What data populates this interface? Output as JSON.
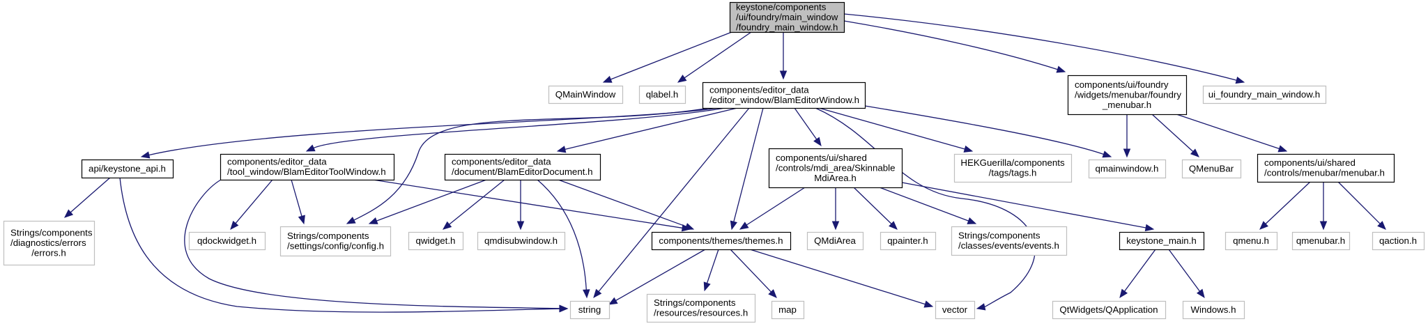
{
  "diagram": {
    "type": "include-dependency-graph",
    "colors": {
      "edge": "#191970",
      "root_fill": "#bfbfbf",
      "root_border": "#000000",
      "documented_border": "#000000",
      "external_border": "#bfbfbf",
      "box_fill": "#ffffff"
    },
    "nodes": [
      {
        "id": "root",
        "kind": "root",
        "lines": [
          "keystone/components",
          "/ui/foundry/main_window",
          "/foundry_main_window.h"
        ]
      },
      {
        "id": "qmainwindow_cls",
        "kind": "external",
        "lines": [
          "QMainWindow"
        ]
      },
      {
        "id": "qlabel",
        "kind": "external",
        "lines": [
          "qlabel.h"
        ]
      },
      {
        "id": "blam_editor_window",
        "kind": "documented",
        "lines": [
          "components/editor_data",
          "/editor_window/BlamEditorWindow.h"
        ]
      },
      {
        "id": "foundry_menubar",
        "kind": "documented",
        "lines": [
          "components/ui/foundry",
          "/widgets/menubar/foundry",
          "_menubar.h"
        ]
      },
      {
        "id": "ui_foundry_main_window",
        "kind": "external",
        "lines": [
          "ui_foundry_main_window.h"
        ]
      },
      {
        "id": "keystone_api",
        "kind": "documented",
        "lines": [
          "api/keystone_api.h"
        ]
      },
      {
        "id": "blam_editor_tool_window",
        "kind": "documented",
        "lines": [
          "components/editor_data",
          "/tool_window/BlamEditorToolWindow.h"
        ]
      },
      {
        "id": "blam_editor_document",
        "kind": "documented",
        "lines": [
          "components/editor_data",
          "/document/BlamEditorDocument.h"
        ]
      },
      {
        "id": "skinnable_mdi_area",
        "kind": "documented",
        "lines": [
          "components/ui/shared",
          "/controls/mdi_area/Skinnable",
          "MdiArea.h"
        ]
      },
      {
        "id": "tags",
        "kind": "external",
        "lines": [
          "HEKGuerilla/components",
          "/tags/tags.h"
        ]
      },
      {
        "id": "qmainwindow_h",
        "kind": "external",
        "lines": [
          "qmainwindow.h"
        ]
      },
      {
        "id": "qmenubar_cls",
        "kind": "external",
        "lines": [
          "QMenuBar"
        ]
      },
      {
        "id": "menubar",
        "kind": "documented",
        "lines": [
          "components/ui/shared",
          "/controls/menubar/menubar.h"
        ]
      },
      {
        "id": "errors",
        "kind": "external",
        "lines": [
          "Strings/components",
          "/diagnostics/errors",
          "/errors.h"
        ]
      },
      {
        "id": "qdockwidget",
        "kind": "external",
        "lines": [
          "qdockwidget.h"
        ]
      },
      {
        "id": "config",
        "kind": "external",
        "lines": [
          "Strings/components",
          "/settings/config/config.h"
        ]
      },
      {
        "id": "qwidget",
        "kind": "external",
        "lines": [
          "qwidget.h"
        ]
      },
      {
        "id": "qmdisubwindow",
        "kind": "external",
        "lines": [
          "qmdisubwindow.h"
        ]
      },
      {
        "id": "themes",
        "kind": "documented",
        "lines": [
          "components/themes/themes.h"
        ]
      },
      {
        "id": "qmdiarea",
        "kind": "external",
        "lines": [
          "QMdiArea"
        ]
      },
      {
        "id": "qpainter",
        "kind": "external",
        "lines": [
          "qpainter.h"
        ]
      },
      {
        "id": "events",
        "kind": "external",
        "lines": [
          "Strings/components",
          "/classes/events/events.h"
        ]
      },
      {
        "id": "keystone_main",
        "kind": "documented",
        "lines": [
          "keystone_main.h"
        ]
      },
      {
        "id": "qmenu",
        "kind": "external",
        "lines": [
          "qmenu.h"
        ]
      },
      {
        "id": "qmenubar_h",
        "kind": "external",
        "lines": [
          "qmenubar.h"
        ]
      },
      {
        "id": "qaction",
        "kind": "external",
        "lines": [
          "qaction.h"
        ]
      },
      {
        "id": "string",
        "kind": "external",
        "lines": [
          "string"
        ]
      },
      {
        "id": "resources",
        "kind": "external",
        "lines": [
          "Strings/components",
          "/resources/resources.h"
        ]
      },
      {
        "id": "map",
        "kind": "external",
        "lines": [
          "map"
        ]
      },
      {
        "id": "vector",
        "kind": "external",
        "lines": [
          "vector"
        ]
      },
      {
        "id": "qapplication",
        "kind": "external",
        "lines": [
          "QtWidgets/QApplication"
        ]
      },
      {
        "id": "windows",
        "kind": "external",
        "lines": [
          "Windows.h"
        ]
      }
    ],
    "edges": [
      {
        "from": "root",
        "to": "qmainwindow_cls"
      },
      {
        "from": "root",
        "to": "qlabel"
      },
      {
        "from": "root",
        "to": "blam_editor_window"
      },
      {
        "from": "root",
        "to": "foundry_menubar"
      },
      {
        "from": "root",
        "to": "ui_foundry_main_window"
      },
      {
        "from": "blam_editor_window",
        "to": "keystone_api"
      },
      {
        "from": "blam_editor_window",
        "to": "blam_editor_tool_window"
      },
      {
        "from": "blam_editor_window",
        "to": "blam_editor_document"
      },
      {
        "from": "blam_editor_window",
        "to": "config"
      },
      {
        "from": "blam_editor_window",
        "to": "string"
      },
      {
        "from": "blam_editor_window",
        "to": "themes"
      },
      {
        "from": "blam_editor_window",
        "to": "skinnable_mdi_area"
      },
      {
        "from": "blam_editor_window",
        "to": "tags"
      },
      {
        "from": "blam_editor_window",
        "to": "qmainwindow_h"
      },
      {
        "from": "blam_editor_window",
        "to": "vector"
      },
      {
        "from": "foundry_menubar",
        "to": "qmainwindow_h"
      },
      {
        "from": "foundry_menubar",
        "to": "qmenubar_cls"
      },
      {
        "from": "foundry_menubar",
        "to": "menubar"
      },
      {
        "from": "keystone_api",
        "to": "errors"
      },
      {
        "from": "keystone_api",
        "to": "string"
      },
      {
        "from": "blam_editor_tool_window",
        "to": "string"
      },
      {
        "from": "blam_editor_tool_window",
        "to": "qdockwidget"
      },
      {
        "from": "blam_editor_tool_window",
        "to": "config"
      },
      {
        "from": "blam_editor_tool_window",
        "to": "themes"
      },
      {
        "from": "blam_editor_document",
        "to": "config"
      },
      {
        "from": "blam_editor_document",
        "to": "qwidget"
      },
      {
        "from": "blam_editor_document",
        "to": "qmdisubwindow"
      },
      {
        "from": "blam_editor_document",
        "to": "string"
      },
      {
        "from": "blam_editor_document",
        "to": "themes"
      },
      {
        "from": "skinnable_mdi_area",
        "to": "themes"
      },
      {
        "from": "skinnable_mdi_area",
        "to": "qmdiarea"
      },
      {
        "from": "skinnable_mdi_area",
        "to": "qpainter"
      },
      {
        "from": "skinnable_mdi_area",
        "to": "events"
      },
      {
        "from": "skinnable_mdi_area",
        "to": "keystone_main"
      },
      {
        "from": "menubar",
        "to": "qmenu"
      },
      {
        "from": "menubar",
        "to": "qmenubar_h"
      },
      {
        "from": "menubar",
        "to": "qaction"
      },
      {
        "from": "themes",
        "to": "string"
      },
      {
        "from": "themes",
        "to": "resources"
      },
      {
        "from": "themes",
        "to": "map"
      },
      {
        "from": "themes",
        "to": "vector"
      },
      {
        "from": "keystone_main",
        "to": "qapplication"
      },
      {
        "from": "keystone_main",
        "to": "windows"
      }
    ]
  }
}
